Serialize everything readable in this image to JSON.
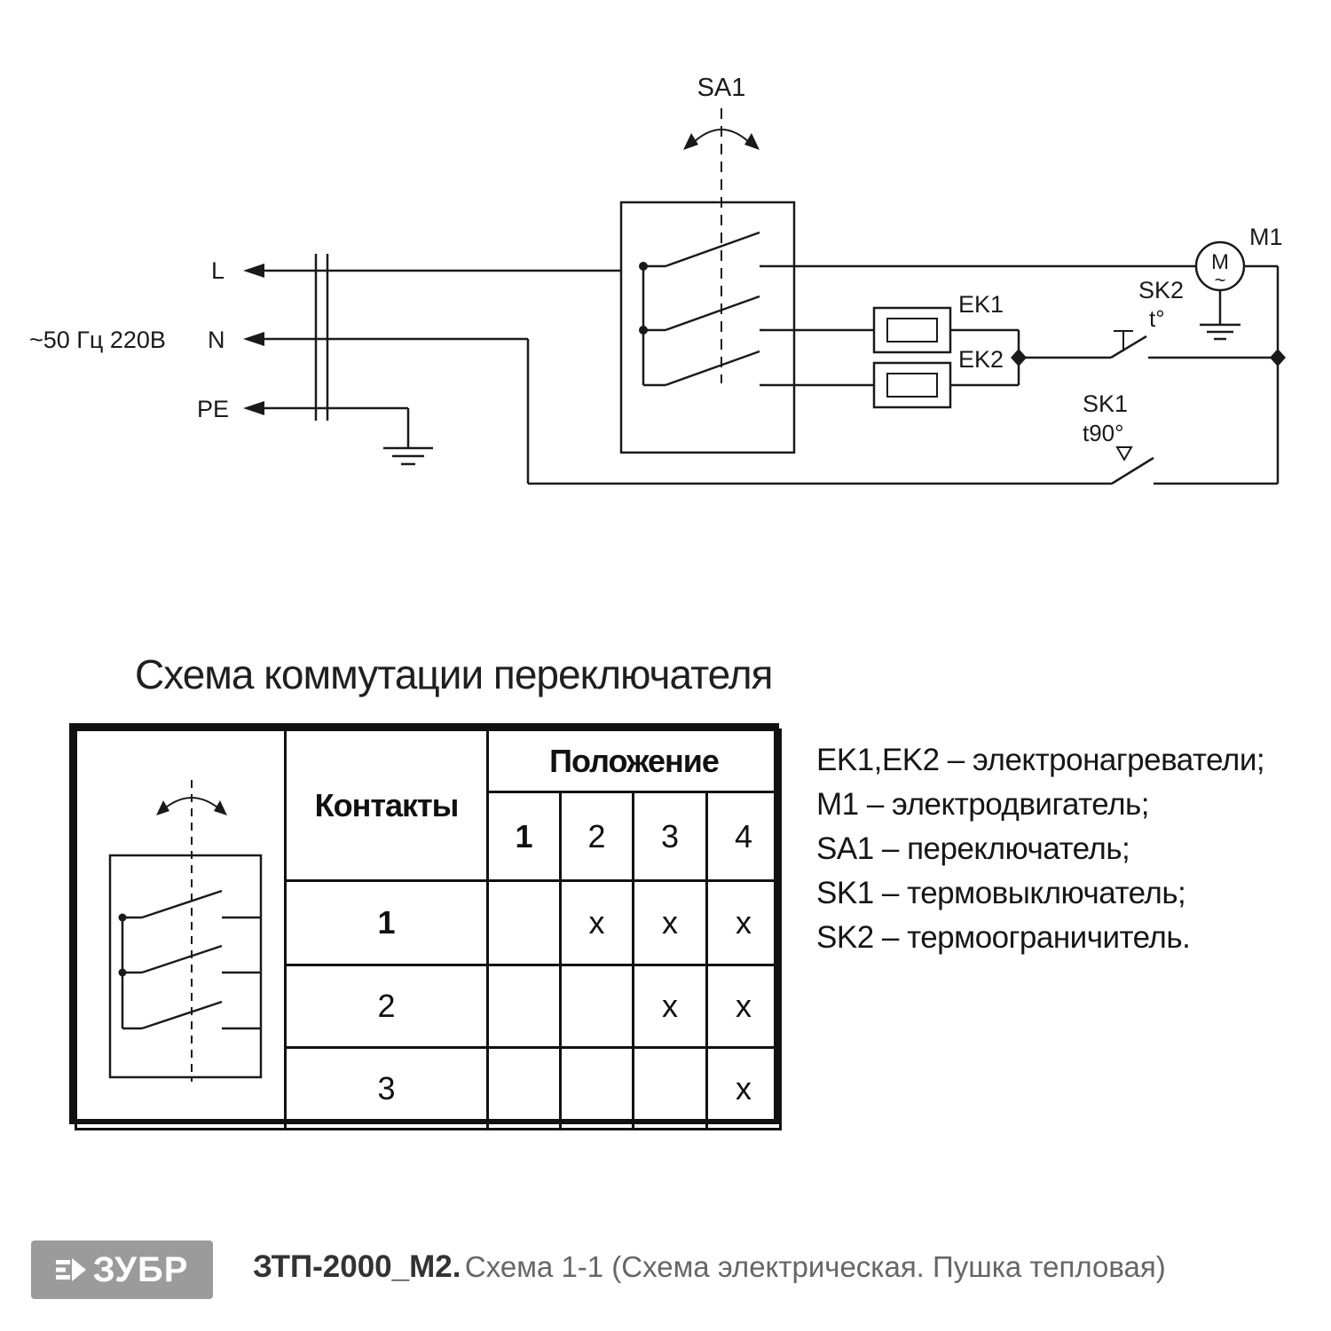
{
  "circuit": {
    "switch_label": "SA1",
    "power_label": "~50 Гц 220В",
    "terminals": {
      "l": "L",
      "n": "N",
      "pe": "PE"
    },
    "heaters": {
      "ek1": "EK1",
      "ek2": "EK2"
    },
    "motor": {
      "label": "M1",
      "symbol": "M",
      "wave": "~"
    },
    "sk2": {
      "label": "SK2",
      "temp": "t°"
    },
    "sk1": {
      "label": "SK1",
      "temp": "t90°"
    }
  },
  "commutation": {
    "title": "Схема коммутации переключателя",
    "contacts_header": "Контакты",
    "position_header": "Положение",
    "positions": [
      "1",
      "2",
      "3",
      "4"
    ],
    "rows": [
      {
        "contact": "1",
        "marks": [
          "",
          "x",
          "x",
          "x"
        ]
      },
      {
        "contact": "2",
        "marks": [
          "",
          "",
          "x",
          "x"
        ]
      },
      {
        "contact": "3",
        "marks": [
          "",
          "",
          "",
          "x"
        ]
      }
    ]
  },
  "legend": {
    "items": [
      "EK1,EK2 –  электронагреватели;",
      "M1 –  электродвигатель;",
      "SA1 –  переключатель;",
      "SK1 –  термовыключатель;",
      "SK2 –  термоограничитель."
    ]
  },
  "footer": {
    "logo": "ЗУБР",
    "model": "ЗТП-2000_М2.",
    "description": "Схема 1-1 (Схема электрическая. Пушка тепловая)"
  }
}
